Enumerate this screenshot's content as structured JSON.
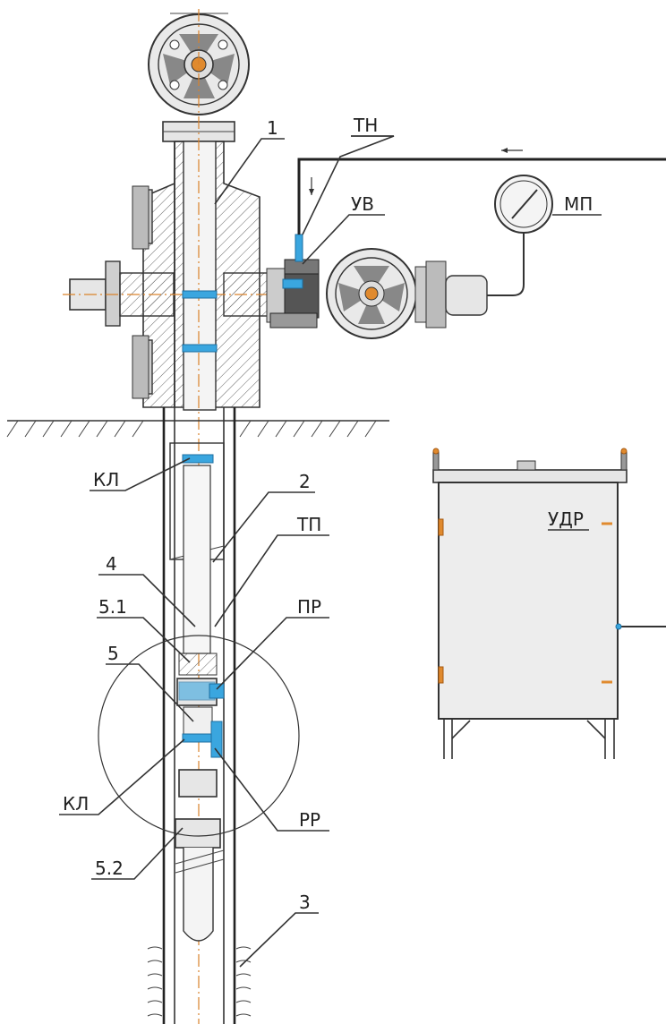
{
  "labels": {
    "item_1": "1",
    "tn": "ТН",
    "uv": "УВ",
    "mp": "МП",
    "kl_top": "КЛ",
    "item_2": "2",
    "tp": "ТП",
    "item_4": "4",
    "item_51": "5.1",
    "pr": "ПР",
    "item_5": "5",
    "kl_bottom": "КЛ",
    "rr": "РР",
    "item_52": "5.2",
    "item_3": "3",
    "udr": "УДР"
  },
  "colors": {
    "line": "#333333",
    "accent_blue": "#3aa6df",
    "accent_orange": "#e08a2e",
    "background": "#ffffff"
  }
}
